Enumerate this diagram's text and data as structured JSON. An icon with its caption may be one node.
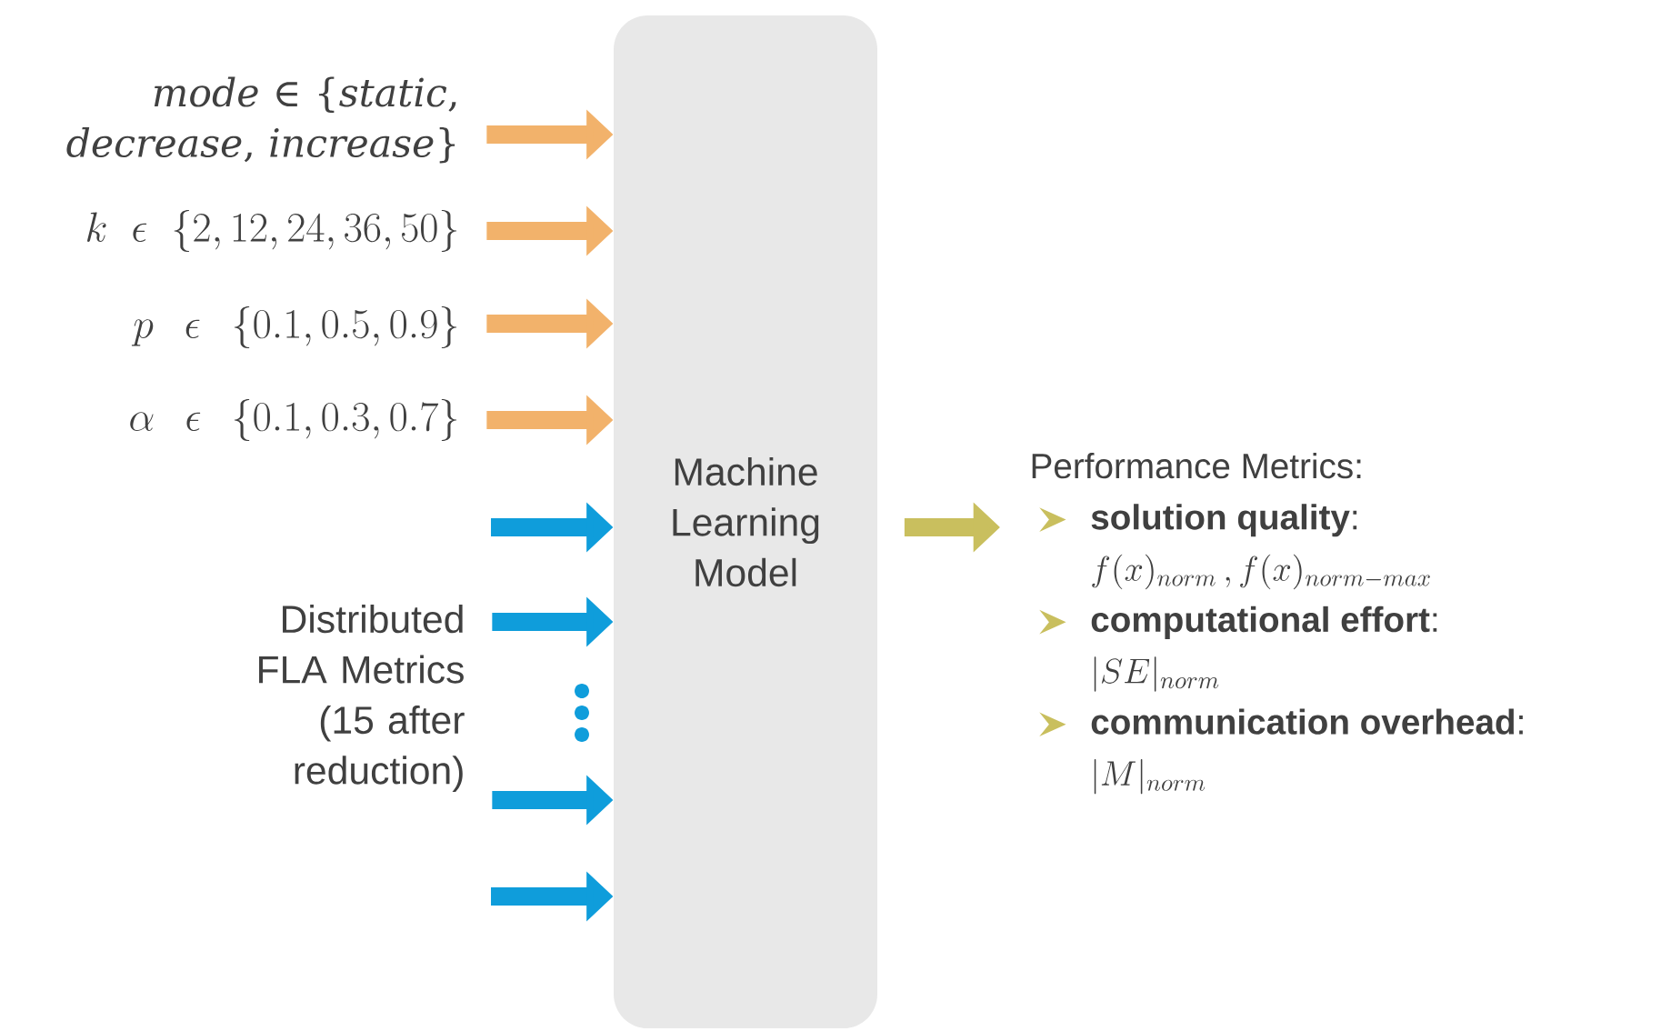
{
  "diagram": {
    "nodes": [
      {
        "text": [
          "*mode* ∈ {*static*, *decrease*, *increase*}"
        ]
      },
      {
        "text": [
          "k \\;\\epsilon\\; \\{2, 12, 24, 36, 50\\}"
        ]
      },
      {
        "text": [
          "p \\;\\epsilon\\; \\{0.1, 0.5, 0.9\\}"
        ]
      },
      {
        "text": [
          "\\alpha \\;\\epsilon\\; \\{0.1, 0.3, 0.7\\}"
        ]
      },
      {
        "text": [
          "Distributed FLA Metrics (15 after reduction)"
        ]
      },
      {
        "text": [
          "Machine Learning Model"
        ]
      },
      {
        "text": [
          "Performance Metrics:",
          "**solution quality**:",
          "f(x)_{norm}\\, , f(x)_{norm-max}",
          "**computational effort**:",
          "|SE|_{norm}",
          "**communication overhead**:",
          "|M|_{norm}"
        ]
      }
    ],
    "edges": [
      {
        "from": 0,
        "to": 5,
        "arrow": "to",
        "color": "#f2b26b"
      },
      {
        "from": 1,
        "to": 5,
        "arrow": "to",
        "color": "#f2b26b"
      },
      {
        "from": 2,
        "to": 5,
        "arrow": "to",
        "color": "#f2b26b"
      },
      {
        "from": 3,
        "to": 5,
        "arrow": "to",
        "color": "#f2b26b"
      },
      {
        "from": null,
        "to": 5,
        "arrow": "to",
        "color": "#0f9ddb"
      },
      {
        "from": 4,
        "to": 5,
        "arrow": "to",
        "color": "#0f9ddb"
      },
      {
        "from": 4,
        "to": 5,
        "arrow": "to",
        "color": "#0f9ddb"
      },
      {
        "from": null,
        "to": 5,
        "arrow": "to",
        "color": "#0f9ddb"
      },
      {
        "from": 5,
        "to": 6,
        "arrow": "to",
        "color": "#c9bf5e"
      }
    ]
  }
}
